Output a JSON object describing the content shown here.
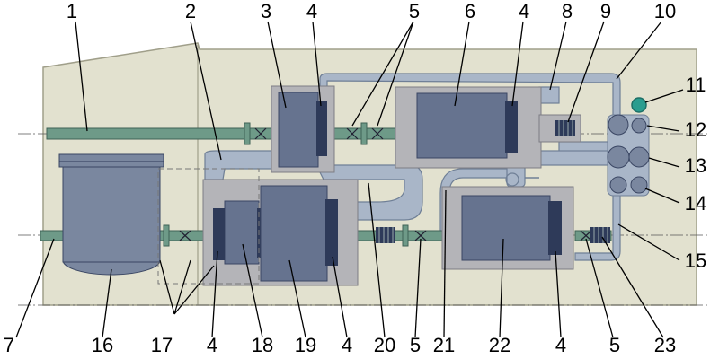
{
  "colors": {
    "hull": "#e2e1cf",
    "hull_stroke": "#a09f8a",
    "foundation": "#b4b4b8",
    "machine": "#66738f",
    "coupling": "#2e3a59",
    "shaft": "#6e9a88",
    "shaft_stroke": "#3f6156",
    "pipe": "#a9b6c8",
    "pipe_stroke": "#6f7f96",
    "accent": "#2a9d8f"
  },
  "labels": [
    {
      "id": "l1",
      "text": "1"
    },
    {
      "id": "l2",
      "text": "2"
    },
    {
      "id": "l3",
      "text": "3"
    },
    {
      "id": "l4a",
      "text": "4"
    },
    {
      "id": "l5a",
      "text": "5"
    },
    {
      "id": "l6",
      "text": "6"
    },
    {
      "id": "l4b",
      "text": "4"
    },
    {
      "id": "l8",
      "text": "8"
    },
    {
      "id": "l9",
      "text": "9"
    },
    {
      "id": "l10",
      "text": "10"
    },
    {
      "id": "l11",
      "text": "11"
    },
    {
      "id": "l12",
      "text": "12"
    },
    {
      "id": "l13",
      "text": "13"
    },
    {
      "id": "l14",
      "text": "14"
    },
    {
      "id": "l15",
      "text": "15"
    },
    {
      "id": "l7",
      "text": "7"
    },
    {
      "id": "l16",
      "text": "16"
    },
    {
      "id": "l17",
      "text": "17"
    },
    {
      "id": "l4c",
      "text": "4"
    },
    {
      "id": "l18",
      "text": "18"
    },
    {
      "id": "l19",
      "text": "19"
    },
    {
      "id": "l4d",
      "text": "4"
    },
    {
      "id": "l20",
      "text": "20"
    },
    {
      "id": "l5b",
      "text": "5"
    },
    {
      "id": "l21",
      "text": "21"
    },
    {
      "id": "l22",
      "text": "22"
    },
    {
      "id": "l4e",
      "text": "4"
    },
    {
      "id": "l5c",
      "text": "5"
    },
    {
      "id": "l23",
      "text": "23"
    }
  ]
}
